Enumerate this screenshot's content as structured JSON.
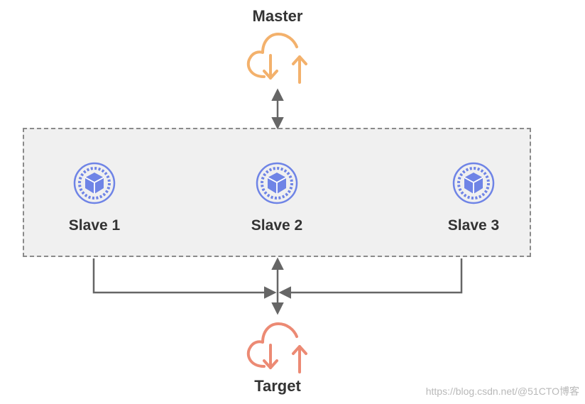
{
  "master": {
    "label": "Master",
    "icon": "cloud-sync-icon",
    "color": "#f3b16c"
  },
  "target": {
    "label": "Target",
    "icon": "cloud-sync-icon",
    "color": "#ec8a74"
  },
  "cluster": {
    "slaves": [
      {
        "label": "Slave 1",
        "icon": "cube-node-icon"
      },
      {
        "label": "Slave 2",
        "icon": "cube-node-icon"
      },
      {
        "label": "Slave 3",
        "icon": "cube-node-icon"
      }
    ],
    "node_color": "#6f84e6",
    "border_color": "#8a8a8a",
    "fill_color": "#f0f0f0"
  },
  "watermark": "https://blog.csdn.net/@51CTO博客"
}
